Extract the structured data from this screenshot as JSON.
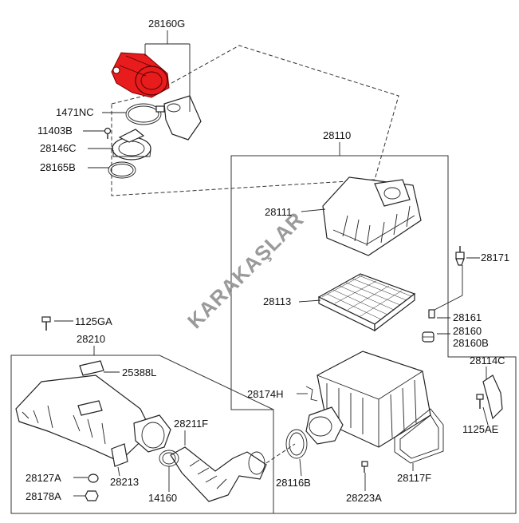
{
  "watermark": "KARAKAŞLAR",
  "labels": {
    "p28160G": "28160G",
    "p1471NC": "1471NC",
    "p11403B": "11403B",
    "p28146C": "28146C",
    "p28165B": "28165B",
    "p28110": "28110",
    "p28111": "28111",
    "p28171": "28171",
    "p28113": "28113",
    "p28161": "28161",
    "p28160": "28160",
    "p28160B": "28160B",
    "p1125GA": "1125GA",
    "p28210": "28210",
    "p25388L": "25388L",
    "p28114C": "28114C",
    "p28174H": "28174H",
    "p1125AE": "1125AE",
    "p28211F": "28211F",
    "p28127A": "28127A",
    "p28213": "28213",
    "p28116B": "28116B",
    "p28117F": "28117F",
    "p28178A": "28178A",
    "p14160": "14160",
    "p28223A": "28223A"
  },
  "colors": {
    "highlight": "#e81c1c",
    "line": "#222222",
    "watermark": "#9a9a9a"
  }
}
